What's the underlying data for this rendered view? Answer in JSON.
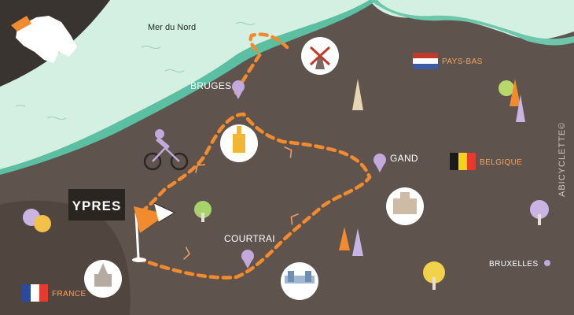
{
  "sea": {
    "label": "Mer du Nord"
  },
  "cities": {
    "bruges": "BRUGES",
    "gand": "GAND",
    "courtrai": "COURTRAI",
    "ypres": "YPRES",
    "bruxelles": "BRUXELLES"
  },
  "countries": {
    "pays_bas": "PAYS-BAS",
    "belgique": "BELGIQUE",
    "france": "FRANCE"
  },
  "credit": "ABICYCLETTE©",
  "colors": {
    "land": "#5e534d",
    "sea": "#d3f0e2",
    "route": "#f28a2e",
    "pin": "#c3a8dc",
    "label_orange": "#f6a35c"
  },
  "icons": [
    "windmill-icon",
    "belfry-icon",
    "castle-icon",
    "bridge-towers-icon",
    "cathedral-icon",
    "cyclist-icon",
    "finish-flag-icon",
    "belgium-locator-icon"
  ]
}
